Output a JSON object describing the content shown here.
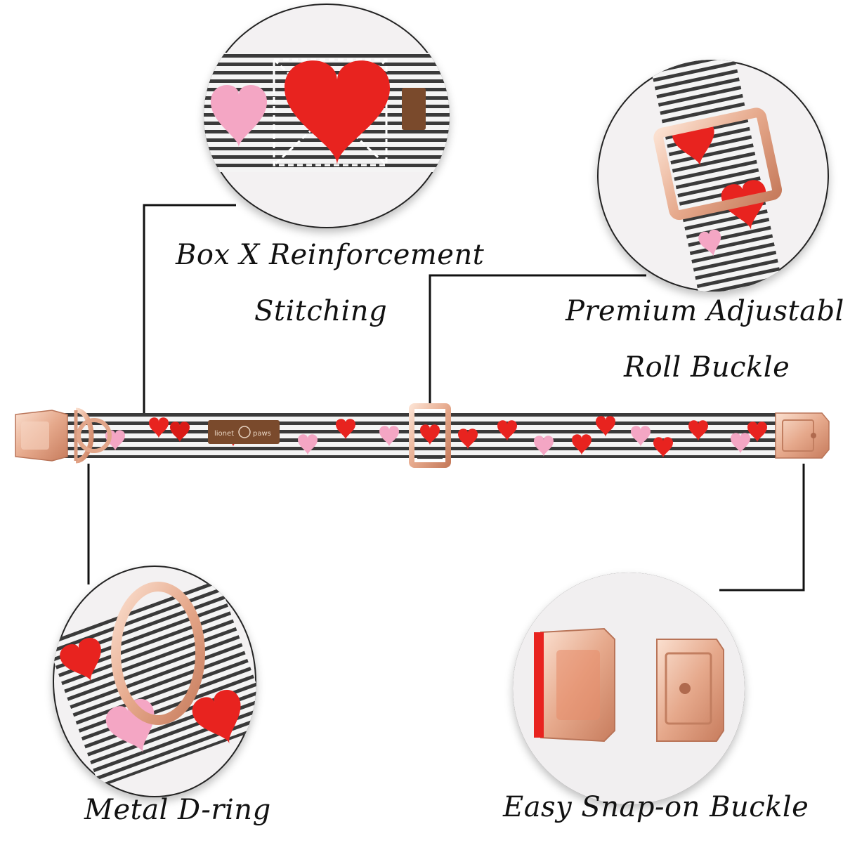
{
  "callouts": {
    "stitching": {
      "line1": "Box X Reinforcement",
      "line2": "Stitching"
    },
    "roll_buckle": {
      "line1": "Premium Adjustable",
      "line2": "Roll Buckle"
    },
    "d_ring": {
      "label": "Metal D-ring"
    },
    "snap_buckle": {
      "label": "Easy Snap-on Buckle"
    }
  },
  "brand_tag": {
    "line1": "lionet",
    "line2": "paws"
  },
  "colors": {
    "background": "#ffffff",
    "stripe_dark": "#3a3a3a",
    "stripe_light": "#f4f4f4",
    "heart_red": "#e8231f",
    "heart_pink": "#f4a6c4",
    "rose_gold": "#e8b39a",
    "connector_line": "#111111",
    "leather_tag": "#7a4a2c"
  },
  "icons": [
    "collar-illustration",
    "d-ring-icon",
    "roll-buckle-icon",
    "snap-buckle-icon",
    "heart-icon"
  ]
}
